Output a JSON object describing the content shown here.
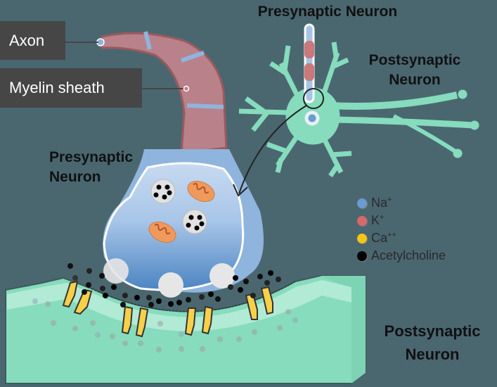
{
  "labels": {
    "axon": "Axon",
    "myelin_sheath": "Myelin sheath",
    "presynaptic_top": "Presynaptic Neuron",
    "postsynaptic_top_line1": "Postsynaptic",
    "postsynaptic_top_line2": "Neuron",
    "presynaptic_left_line1": "Presynaptic",
    "presynaptic_left_line2": "Neuron",
    "postsynaptic_bottom_line1": "Postsynaptic",
    "postsynaptic_bottom_line2": "Neuron"
  },
  "legend": {
    "items": [
      {
        "label": "Na",
        "sup": "+",
        "color": "#6a9bd1"
      },
      {
        "label": "K",
        "sup": "+",
        "color": "#d9676b"
      },
      {
        "label": "Ca",
        "sup": "++",
        "color": "#f5c518"
      },
      {
        "label": "Acetylcholine",
        "sup": "",
        "color": "#000000"
      }
    ]
  },
  "colors": {
    "background": "#4a6770",
    "label_box": "#464646",
    "myelin": "#b9818a",
    "myelin_dark": "#9a5a5e",
    "axon_blue": "#8fb4dd",
    "terminal_light": "#c5d9ef",
    "terminal_dark": "#4d86c4",
    "neuron_green": "#86dcbd",
    "membrane_light": "#b9ecd9",
    "receptor_yellow": "#f7d04a",
    "vesicle": "#e2e2e2",
    "mitochondria": "#ef9a5c"
  }
}
